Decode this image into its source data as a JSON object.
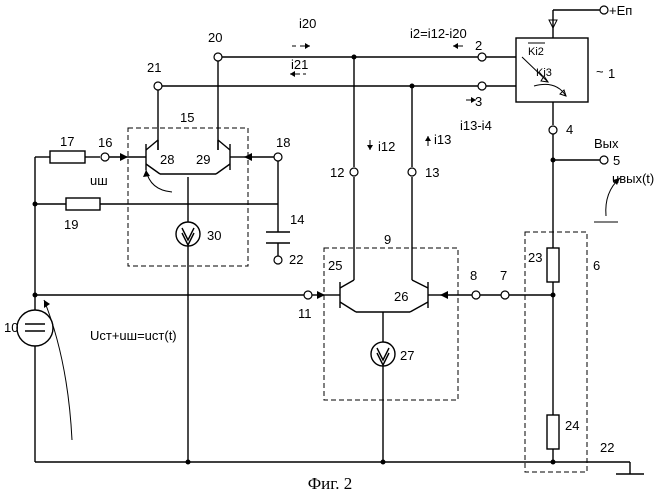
{
  "caption": "Фиг. 2",
  "supply_label": "+Eп",
  "output_label": "Вых",
  "output_voltage_label": "uвых(t)",
  "noise_label": "uш",
  "source_voltage_label": "Uст+uш=uст(t)",
  "block1_gain_top": "Ki2",
  "block1_gain_bottom": "Ki3",
  "block1_tilde": "~",
  "currents": {
    "i20": "i20",
    "i21": "i21",
    "i2": "i2=i12-i20",
    "i12": "i12",
    "i13": "i13",
    "i13_i4": "i13-i4"
  },
  "node_numbers": [
    "1",
    "2",
    "3",
    "4",
    "5",
    "6",
    "7",
    "8",
    "9",
    "10",
    "11",
    "12",
    "13",
    "14",
    "15",
    "16",
    "17",
    "18",
    "19",
    "20",
    "21",
    "22",
    "22",
    "23",
    "24",
    "25",
    "26",
    "27",
    "28",
    "29",
    "30"
  ]
}
